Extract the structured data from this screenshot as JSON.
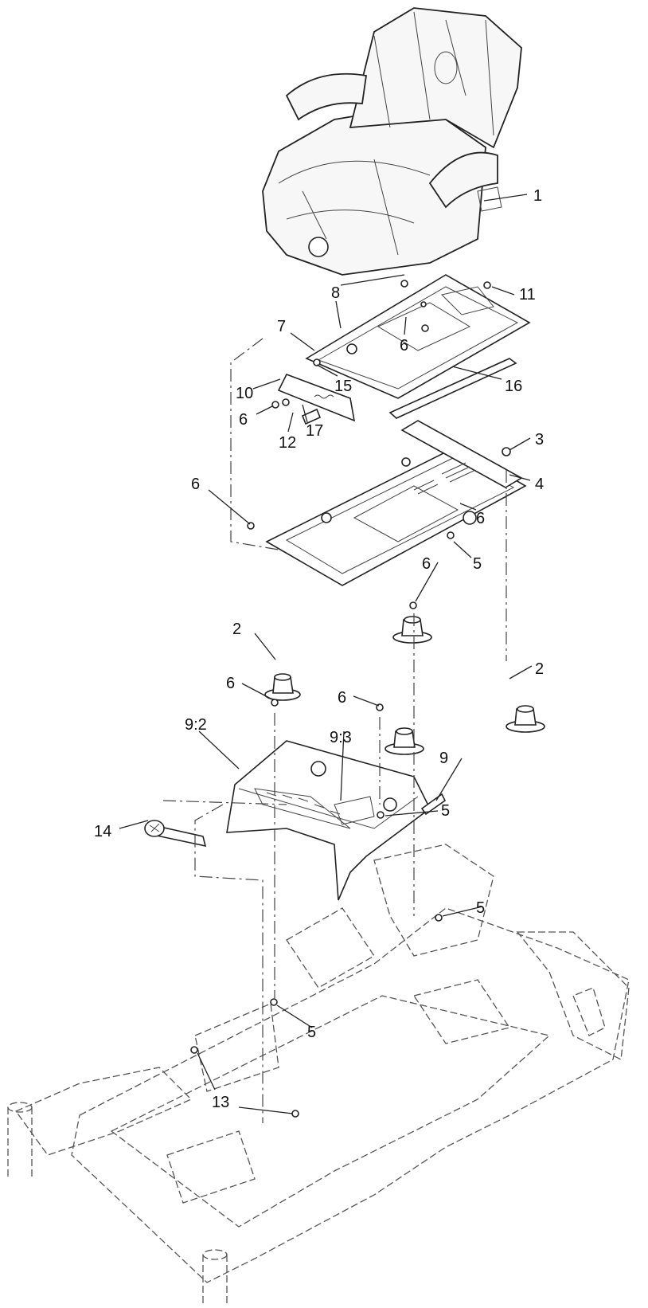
{
  "callouts": {
    "c1": "1",
    "c2a": "2",
    "c2b": "2",
    "c3": "3",
    "c4": "4",
    "c5a": "5",
    "c5b": "5",
    "c5c": "5",
    "c5d": "5",
    "c6a": "6",
    "c6b": "6",
    "c6c": "6",
    "c6d": "6",
    "c6e": "6",
    "c6f": "6",
    "c6g": "6",
    "c7": "7",
    "c8": "8",
    "c9": "9",
    "c9_2": "9:2",
    "c9_3": "9:3",
    "c10": "10",
    "c11": "11",
    "c12": "12",
    "c13": "13",
    "c14": "14",
    "c15": "15",
    "c16": "16",
    "c17": "17"
  }
}
